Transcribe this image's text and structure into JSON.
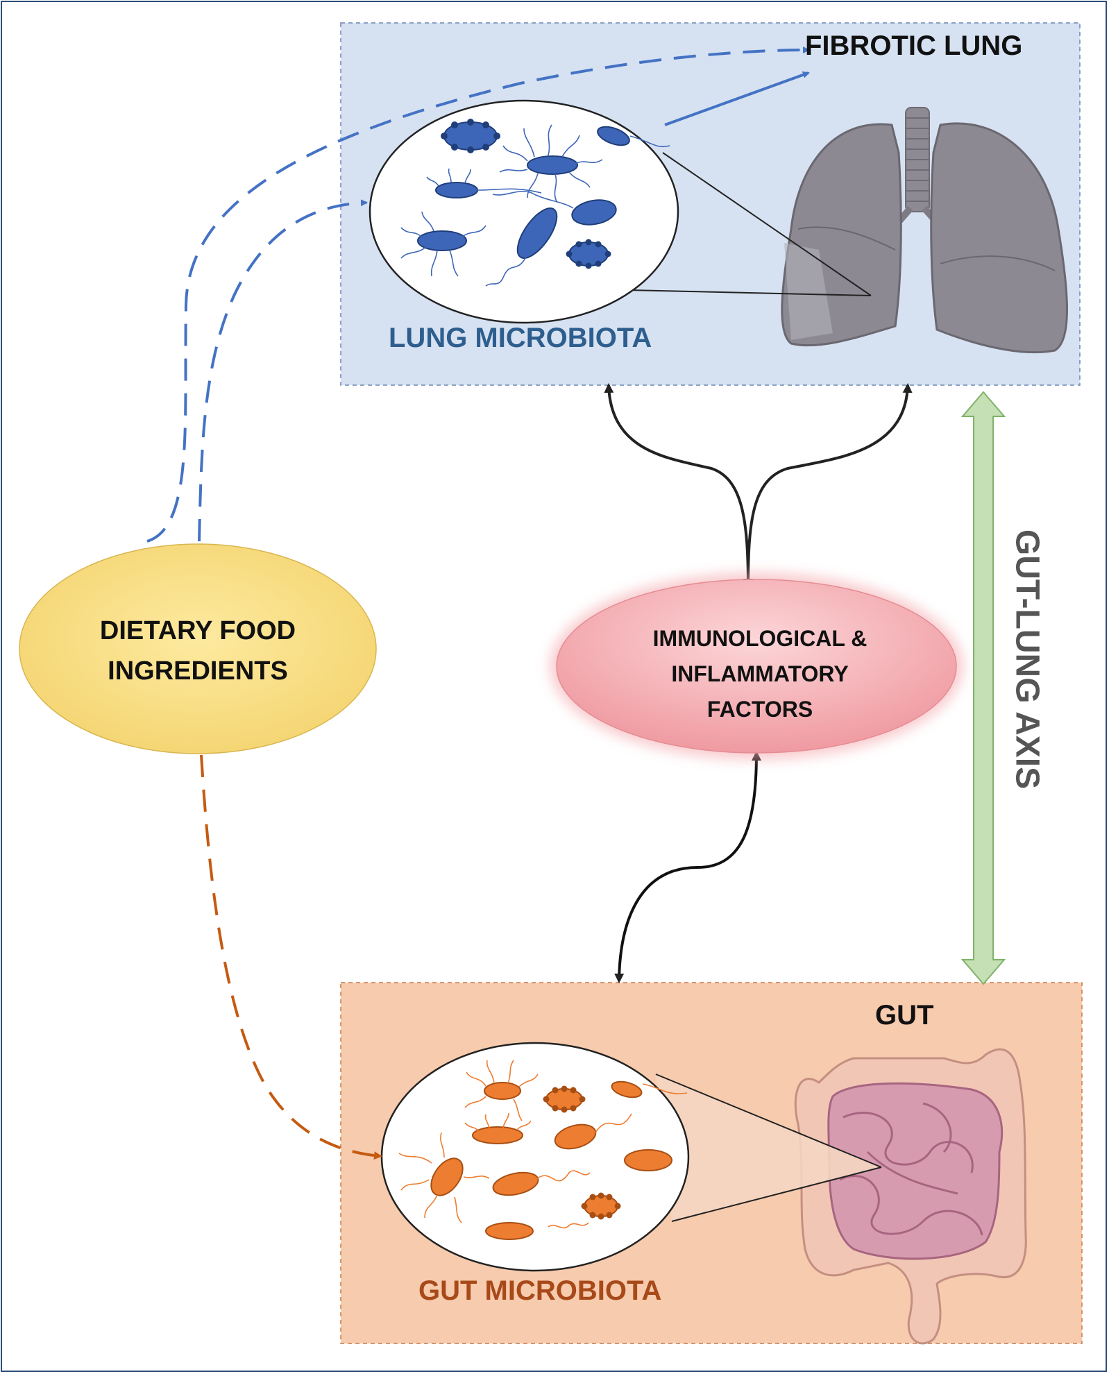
{
  "diagram": {
    "fibrotic_lung": "FIBROTIC LUNG",
    "lung_microbiota": "LUNG MICROBIOTA",
    "dietary": {
      "line1": "DIETARY FOOD",
      "line2": "INGREDIENTS"
    },
    "immunological": {
      "line1": "IMMUNOLOGICAL &",
      "line2": "INFLAMMATORY",
      "line3": "FACTORS"
    },
    "axis_label": "GUT-LUNG AXIS",
    "gut": "GUT",
    "gut_microbiota": "GUT MICROBIOTA"
  },
  "colors": {
    "lung_panel": "#d6e2f2",
    "gut_panel": "#f7cbad",
    "lung_text": "#2e5e8e",
    "gut_text": "#a8491a",
    "dietary_fill": "#fbe18a",
    "immuno_fill": "#f4a3a8",
    "axis_arrow": "#c5e0b4",
    "blue_arrow": "#4472c4",
    "orange_arrow": "#c55a11",
    "lung_bacteria": "#3e66b8",
    "gut_bacteria": "#ed7d31"
  }
}
